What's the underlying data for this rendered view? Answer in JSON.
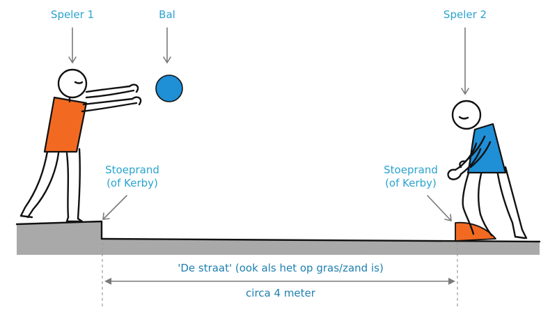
{
  "labels": {
    "player1": "Speler 1",
    "ball": "Bal",
    "player2": "Speler 2",
    "curb_left_line1": "Stoeprand",
    "curb_left_line2": "(of Kerby)",
    "curb_right_line1": "Stoeprand",
    "curb_right_line2": "(of Kerby)",
    "street": "'De straat' (ook als het op gras/zand is)",
    "distance": "circa 4 meter"
  },
  "colors": {
    "label_text": "#29a3cf",
    "dimension_text": "#1e7fb0",
    "player1_shirt": "#f26a21",
    "player2_shirt": "#1f8fd6",
    "ball": "#1f8fd6",
    "kerby": "#f26a21",
    "ground": "#a9a9a9",
    "ink": "#111111"
  }
}
